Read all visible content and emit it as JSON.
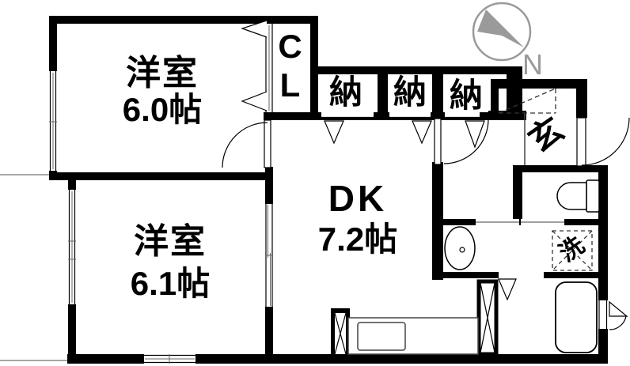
{
  "floorplan": {
    "rooms": {
      "western1": {
        "name": "洋室",
        "size": "6.0帖"
      },
      "western2": {
        "name": "洋室",
        "size": "6.1帖"
      },
      "dk": {
        "name": "DK",
        "size": "7.2帖"
      },
      "closet": {
        "label": "CL"
      },
      "storage": {
        "label": "納"
      },
      "entrance": {
        "label": "玄"
      },
      "laundry": {
        "label": "洗"
      }
    },
    "compass": {
      "label": "N"
    },
    "fixtures": [
      "toilet-icon",
      "bathtub-icon",
      "wash-basin-icon",
      "kitchen-counter-icon",
      "washing-machine-pan-icon",
      "pipe-space-icon"
    ],
    "colors": {
      "wall": "#000000",
      "compass": "#9a9a9a",
      "thin-line": "#555555"
    }
  }
}
